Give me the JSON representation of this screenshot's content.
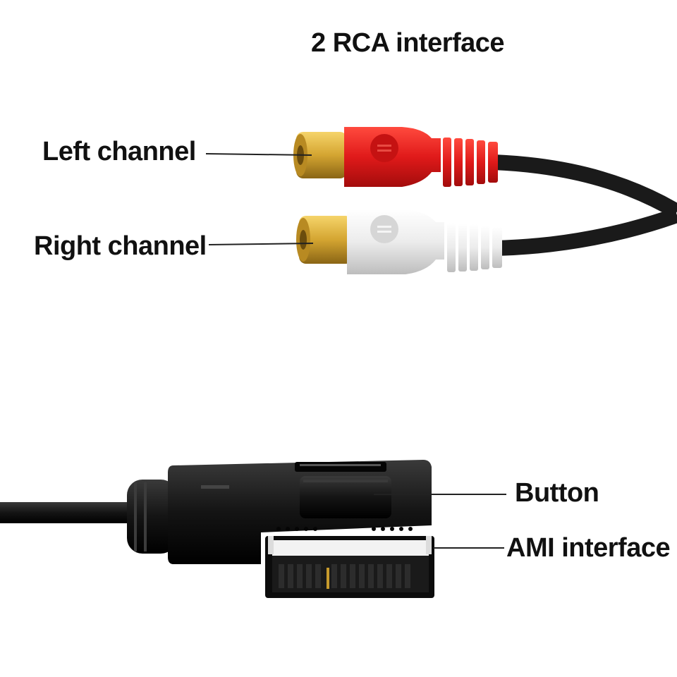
{
  "title": "2 RCA interface",
  "labels": {
    "left_channel": "Left channel",
    "right_channel": "Right channel",
    "button": "Button",
    "ami_interface": "AMI interface"
  },
  "colors": {
    "left_plug": "#e01a1a",
    "right_plug": "#ececec",
    "gold_tip": "#d4a531",
    "cable": "#1a1a1a",
    "ami_body": "#141414",
    "leader_line": "#222222"
  }
}
